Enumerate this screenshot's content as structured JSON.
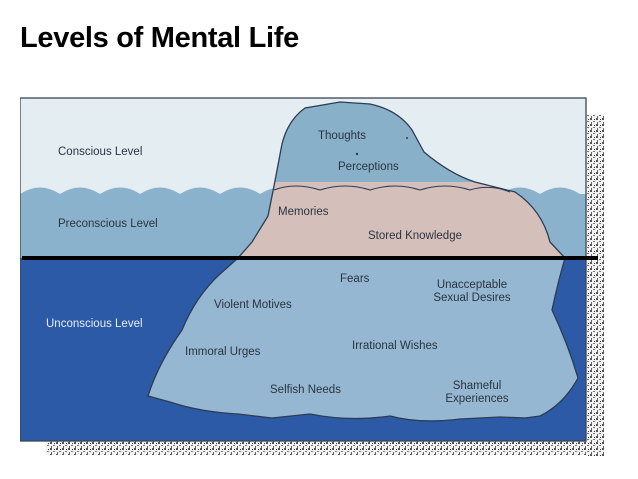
{
  "title": "Levels of Mental Life",
  "levels": {
    "conscious": "Conscious Level",
    "preconscious": "Preconscious Level",
    "unconscious": "Unconscious Level"
  },
  "conscious_items": [
    "Thoughts",
    "Perceptions"
  ],
  "preconscious_items": [
    "Memories",
    "Stored Knowledge"
  ],
  "unconscious_items": {
    "fears": "Fears",
    "unacceptable_sexual_desires_1": "Unacceptable",
    "unacceptable_sexual_desires_2": "Sexual Desires",
    "violent_motives": "Violent Motives",
    "irrational_wishes": "Irrational Wishes",
    "immoral_urges": "Immoral Urges",
    "selfish_needs": "Selfish Needs",
    "shameful_experiences_1": "Shameful",
    "shameful_experiences_2": "Experiences"
  },
  "colors": {
    "sky": "#e4edf2",
    "shallow_water": "#8bb2cc",
    "deep_water": "#2c5aa6",
    "iceberg_tip": "#89b0c9",
    "iceberg_band": "#d5bfbb",
    "iceberg_base": "#95b7d1",
    "divider_line": "#000000"
  }
}
